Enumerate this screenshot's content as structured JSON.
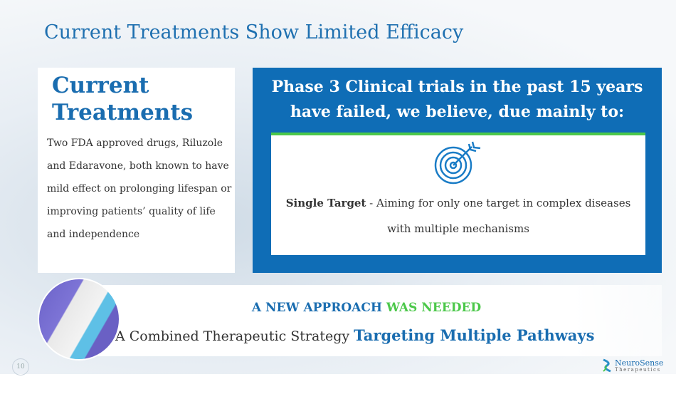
{
  "title": "Current Treatments Show Limited Efficacy",
  "left_panel": {
    "heading_line1": "Current",
    "heading_line2": "Treatments",
    "body": "Two FDA approved drugs, Riluzole and Edaravone, both known to have mild effect on prolonging lifespan or improving patients’ quality of life and independence"
  },
  "right_panel": {
    "heading": "Phase 3 Clinical trials in the past 15 years have failed, we believe, due mainly to:",
    "icon": "target-icon",
    "point_label": "Single Target",
    "point_text": " - Aiming for only one target in complex diseases with multiple mechanisms"
  },
  "banner": {
    "line1_blue": "A NEW APPROACH ",
    "line1_green": "WAS NEEDED",
    "line2_plain": "A Combined Therapeutic Strategy ",
    "line2_bold": "Targeting Multiple Pathways"
  },
  "footer": {
    "page_number": "10",
    "logo_name": "NeuroSense",
    "logo_sub": "Therapeutics"
  },
  "colors": {
    "blue": "#0f6db6",
    "green": "#4cc84a"
  }
}
